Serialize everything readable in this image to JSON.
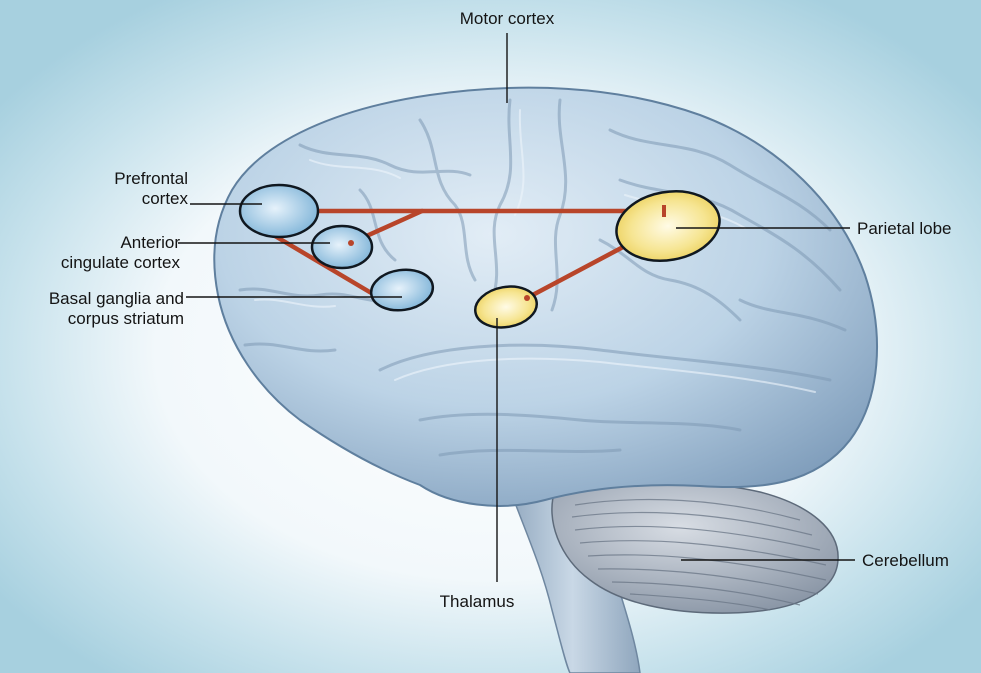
{
  "labels": {
    "motor_cortex": "Motor cortex",
    "prefrontal_cortex": [
      "Prefrontal",
      "cortex"
    ],
    "anterior_cingulate_cortex": [
      "Anterior",
      "cingulate cortex"
    ],
    "basal_ganglia": [
      "Basal ganglia and",
      "corpus striatum"
    ],
    "parietal_lobe": "Parietal lobe",
    "thalamus": "Thalamus",
    "cerebellum": "Cerebellum"
  },
  "colors": {
    "background": "#a8d2e0",
    "brain": "#c4d9ea",
    "frontal_regions": "#7fb4d8",
    "posterior_regions": "#f2dc6a",
    "connection": "#b8452a",
    "outline": "#101820"
  }
}
